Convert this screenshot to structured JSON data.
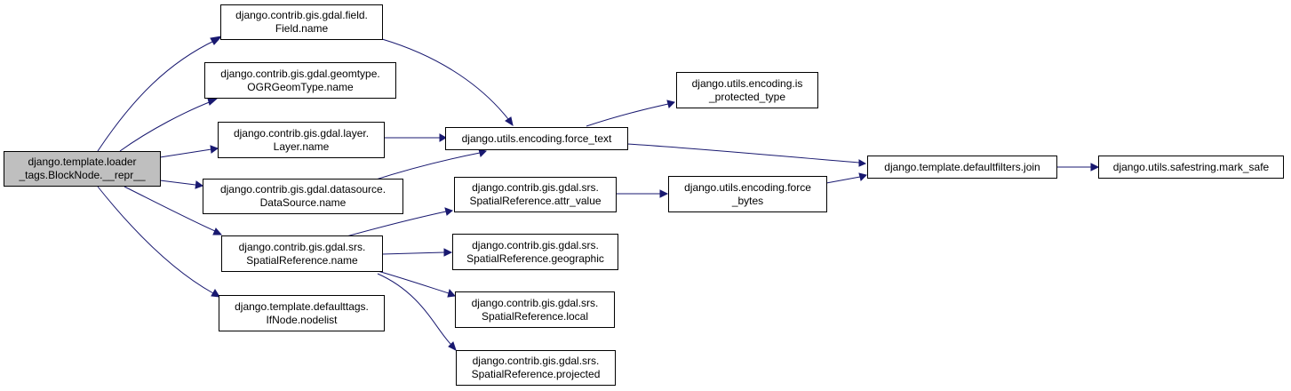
{
  "nodes": {
    "root": {
      "line1": "django.template.loader",
      "line2": "_tags.BlockNode.__repr__"
    },
    "field": {
      "line1": "django.contrib.gis.gdal.field.",
      "line2": "Field.name"
    },
    "geomtype": {
      "line1": "django.contrib.gis.gdal.geomtype.",
      "line2": "OGRGeomType.name"
    },
    "layer": {
      "line1": "django.contrib.gis.gdal.layer.",
      "line2": "Layer.name"
    },
    "datasource": {
      "line1": "django.contrib.gis.gdal.datasource.",
      "line2": "DataSource.name"
    },
    "srsname": {
      "line1": "django.contrib.gis.gdal.srs.",
      "line2": "SpatialReference.name"
    },
    "ifnode": {
      "line1": "django.template.defaulttags.",
      "line2": "IfNode.nodelist"
    },
    "forcetext": {
      "line1": "django.utils.encoding.force_text"
    },
    "isprotected": {
      "line1": "django.utils.encoding.is",
      "line2": "_protected_type"
    },
    "attrvalue": {
      "line1": "django.contrib.gis.gdal.srs.",
      "line2": "SpatialReference.attr_value"
    },
    "geographic": {
      "line1": "django.contrib.gis.gdal.srs.",
      "line2": "SpatialReference.geographic"
    },
    "local": {
      "line1": "django.contrib.gis.gdal.srs.",
      "line2": "SpatialReference.local"
    },
    "projected": {
      "line1": "django.contrib.gis.gdal.srs.",
      "line2": "SpatialReference.projected"
    },
    "forcebytes": {
      "line1": "django.utils.encoding.force",
      "line2": "_bytes"
    },
    "join": {
      "line1": "django.template.defaultfilters.join"
    },
    "marksafe": {
      "line1": "django.utils.safestring.mark_safe"
    }
  },
  "colors": {
    "edge": "#191970",
    "root_fill": "#bfbfbf",
    "node_border": "#000000"
  }
}
